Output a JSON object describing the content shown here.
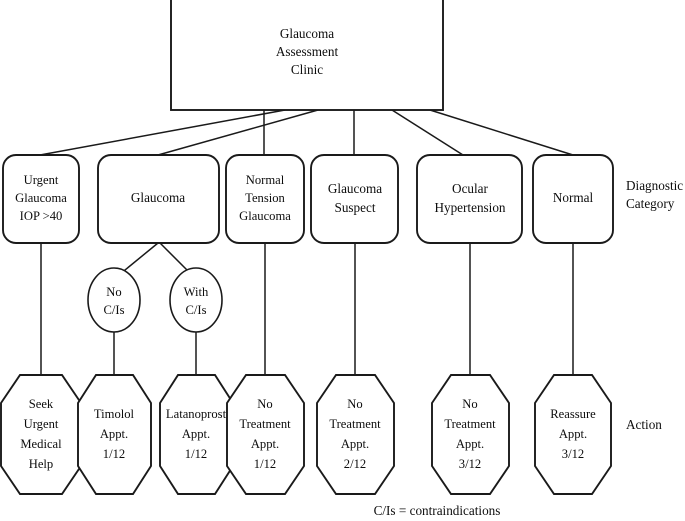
{
  "chart_data": {
    "type": "diagram",
    "title": "Glaucoma Assessment Clinic triage flowchart",
    "root": {
      "id": "root",
      "label_lines": [
        "Glaucoma",
        "Assessment",
        "Clinic"
      ],
      "shape": "rectangle"
    },
    "row_labels": {
      "diagnostic_category": [
        "Diagnostic",
        "Category"
      ],
      "action": [
        "Action"
      ]
    },
    "diagnostic_categories": [
      {
        "id": "urgent-glaucoma",
        "label_lines": [
          "Urgent",
          "Glaucoma",
          "IOP >40"
        ],
        "shape": "rounded-rect"
      },
      {
        "id": "glaucoma",
        "label_lines": [
          "Glaucoma"
        ],
        "shape": "rounded-rect"
      },
      {
        "id": "normal-tension-glaucoma",
        "label_lines": [
          "Normal",
          "Tension",
          "Glaucoma"
        ],
        "shape": "rounded-rect"
      },
      {
        "id": "glaucoma-suspect",
        "label_lines": [
          "Glaucoma",
          "Suspect"
        ],
        "shape": "rounded-rect"
      },
      {
        "id": "ocular-hypertension",
        "label_lines": [
          "Ocular",
          "Hypertension"
        ],
        "shape": "rounded-rect"
      },
      {
        "id": "normal",
        "label_lines": [
          "Normal"
        ],
        "shape": "rounded-rect"
      }
    ],
    "contraindication_branches": [
      {
        "id": "no-cis",
        "label_lines": [
          "No",
          "C/Is"
        ],
        "shape": "ellipse"
      },
      {
        "id": "with-cis",
        "label_lines": [
          "With",
          "C/Is"
        ],
        "shape": "ellipse"
      }
    ],
    "actions": [
      {
        "id": "seek-urgent-medical-help",
        "label_lines": [
          "Seek",
          "Urgent",
          "Medical",
          "Help"
        ],
        "shape": "octagon"
      },
      {
        "id": "timolol-appt",
        "label_lines": [
          "Timolol",
          "Appt.",
          "1/12"
        ],
        "shape": "octagon"
      },
      {
        "id": "latanoprost-appt",
        "label_lines": [
          "Latanoprost",
          "Appt.",
          "1/12"
        ],
        "shape": "octagon"
      },
      {
        "id": "no-treatment-appt-1-12",
        "label_lines": [
          "No",
          "Treatment",
          "Appt.",
          "1/12"
        ],
        "shape": "octagon"
      },
      {
        "id": "no-treatment-appt-2-12",
        "label_lines": [
          "No",
          "Treatment",
          "Appt.",
          "2/12"
        ],
        "shape": "octagon"
      },
      {
        "id": "no-treatment-appt-3-12",
        "label_lines": [
          "No",
          "Treatment",
          "Appt.",
          "3/12"
        ],
        "shape": "octagon"
      },
      {
        "id": "reassure-appt-3-12",
        "label_lines": [
          "Reassure",
          "Appt.",
          "3/12"
        ],
        "shape": "octagon"
      }
    ],
    "footnote": "C/Is = contraindications",
    "colors": {
      "stroke": "#1a1a1a",
      "fill": "#ffffff",
      "text": "#0d0d0d",
      "background": "#ffffff"
    },
    "edges": [
      {
        "from": "root",
        "to": "urgent-glaucoma"
      },
      {
        "from": "root",
        "to": "glaucoma"
      },
      {
        "from": "root",
        "to": "normal-tension-glaucoma"
      },
      {
        "from": "root",
        "to": "glaucoma-suspect"
      },
      {
        "from": "root",
        "to": "ocular-hypertension"
      },
      {
        "from": "root",
        "to": "normal"
      },
      {
        "from": "glaucoma",
        "to": "no-cis"
      },
      {
        "from": "glaucoma",
        "to": "with-cis"
      },
      {
        "from": "urgent-glaucoma",
        "to": "seek-urgent-medical-help"
      },
      {
        "from": "no-cis",
        "to": "timolol-appt"
      },
      {
        "from": "with-cis",
        "to": "latanoprost-appt"
      },
      {
        "from": "normal-tension-glaucoma",
        "to": "no-treatment-appt-1-12"
      },
      {
        "from": "glaucoma-suspect",
        "to": "no-treatment-appt-2-12"
      },
      {
        "from": "ocular-hypertension",
        "to": "no-treatment-appt-3-12"
      },
      {
        "from": "normal",
        "to": "reassure-appt-3-12"
      }
    ]
  }
}
